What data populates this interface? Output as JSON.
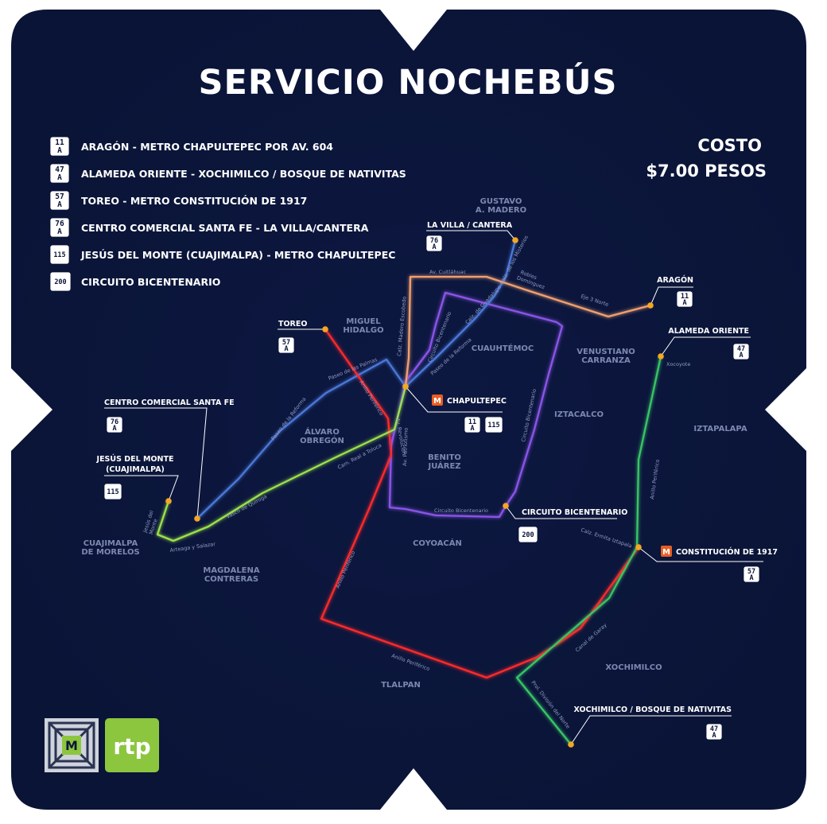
{
  "title": "SERVICIO NOCHEBÚS",
  "cost": {
    "label": "COSTO",
    "value": "$7.00 PESOS"
  },
  "legend": [
    {
      "badge_top": "11",
      "badge_bottom": "A",
      "label": "ARAGÓN - METRO CHAPULTEPEC POR AV. 604"
    },
    {
      "badge_top": "47",
      "badge_bottom": "A",
      "label": "ALAMEDA ORIENTE - XOCHIMILCO / BOSQUE DE NATIVITAS"
    },
    {
      "badge_top": "57",
      "badge_bottom": "A",
      "label": "TOREO - METRO CONSTITUCIÓN DE 1917"
    },
    {
      "badge_top": "76",
      "badge_bottom": "A",
      "label": "CENTRO COMERCIAL SANTA FE - LA VILLA/CANTERA"
    },
    {
      "badge_top": "115",
      "badge_bottom": "",
      "label": "JESÚS DEL MONTE (CUAJIMALPA) - METRO CHAPULTEPEC"
    },
    {
      "badge_top": "200",
      "badge_bottom": "",
      "label": "CIRCUITO BICENTENARIO"
    }
  ],
  "boroughs": {
    "gam": [
      "GUSTAVO",
      "A. MADERO"
    ],
    "miguel_hidalgo": [
      "MIGUEL",
      "HIDALGO"
    ],
    "cuauhtemoc": "CUAUHTÉMOC",
    "venustiano": [
      "VENUSTIANO",
      "CARRANZA"
    ],
    "iztacalco": "IZTACALCO",
    "iztapalapa": "IZTAPALAPA",
    "alvaro": [
      "ÁLVARO",
      "OBREGÓN"
    ],
    "benito": [
      "BENITO",
      "JUÁREZ"
    ],
    "coyoacan": "COYOACÁN",
    "cuajimalpa": [
      "CUAJIMALPA",
      "DE MORELOS"
    ],
    "magdalena": [
      "MAGDALENA",
      "CONTRERAS"
    ],
    "tlalpan": "TLALPAN",
    "xochimilco": "XOCHIMILCO"
  },
  "terminals": {
    "la_villa": "LA VILLA / CANTERA",
    "aragon": "ARAGÓN",
    "alameda": "ALAMEDA ORIENTE",
    "toreo": "TOREO",
    "chapultepec": "CHAPULTEPEC",
    "santa_fe": "CENTRO COMERCIAL SANTA FE",
    "jesus": [
      "JESÚS DEL MONTE",
      "(CUAJIMALPA)"
    ],
    "circuito": "CIRCUITO BICENTENARIO",
    "constitucion": "CONSTITUCIÓN DE 1917",
    "xochimilco": "XOCHIMILCO / BOSQUE DE NATIVITAS"
  },
  "streets": {
    "cuitlahuac": "Av. Cuitláhuac",
    "robles": [
      "Robles",
      "Domínguez"
    ],
    "misterios": "Calz. de los Misterios",
    "guadalupe": "Calz. de Guadalupe",
    "eje3": "Eje 3 Norte",
    "madero": "Calz. Madero Escobedo",
    "circ_bic_w": "Circuito Bicentenario",
    "reforma_n": "Paseo de la Reforma",
    "circ_bic_e": "Circuito Bicentenario",
    "xocoyote": "Xocoyote",
    "palmas": "Paseo de las Palmas",
    "anillo_n": "Anillo Periférico",
    "reforma_w": "Paseo de la Reforma",
    "patriotismo": "Av. Patriotismo",
    "revolucion": "Av. Revolución",
    "toluca": "Cam. Real a Toluca",
    "quiroga": "Vasco de Quiroga",
    "jesus_monte": [
      "Jesús del",
      "Monte"
    ],
    "arteaga": "Arteaga y Salazar",
    "circ_bic_s": "Circuito Bicentenario",
    "periferico_e": "Anillo Periférico",
    "ermita": "Calz. Ermita Iztapala",
    "anillo_w": "Anillo Periférico",
    "canal_garay": "Canal de Garay",
    "anillo_s": "Anillo Periférico",
    "division": "Prol. División del Norte"
  },
  "colors": {
    "background": "#0b1539",
    "route_11A": "#f0a070",
    "route_47A": "#39c565",
    "route_57A": "#ff2a2a",
    "route_76A": "#4a79d9",
    "route_115": "#9be24a",
    "route_200": "#8b54e8",
    "stop": "#f5a623",
    "metro": "#e85d22",
    "rtp": "#8cc63f"
  },
  "metro_symbol": "M",
  "rtp_logo": "rtp"
}
